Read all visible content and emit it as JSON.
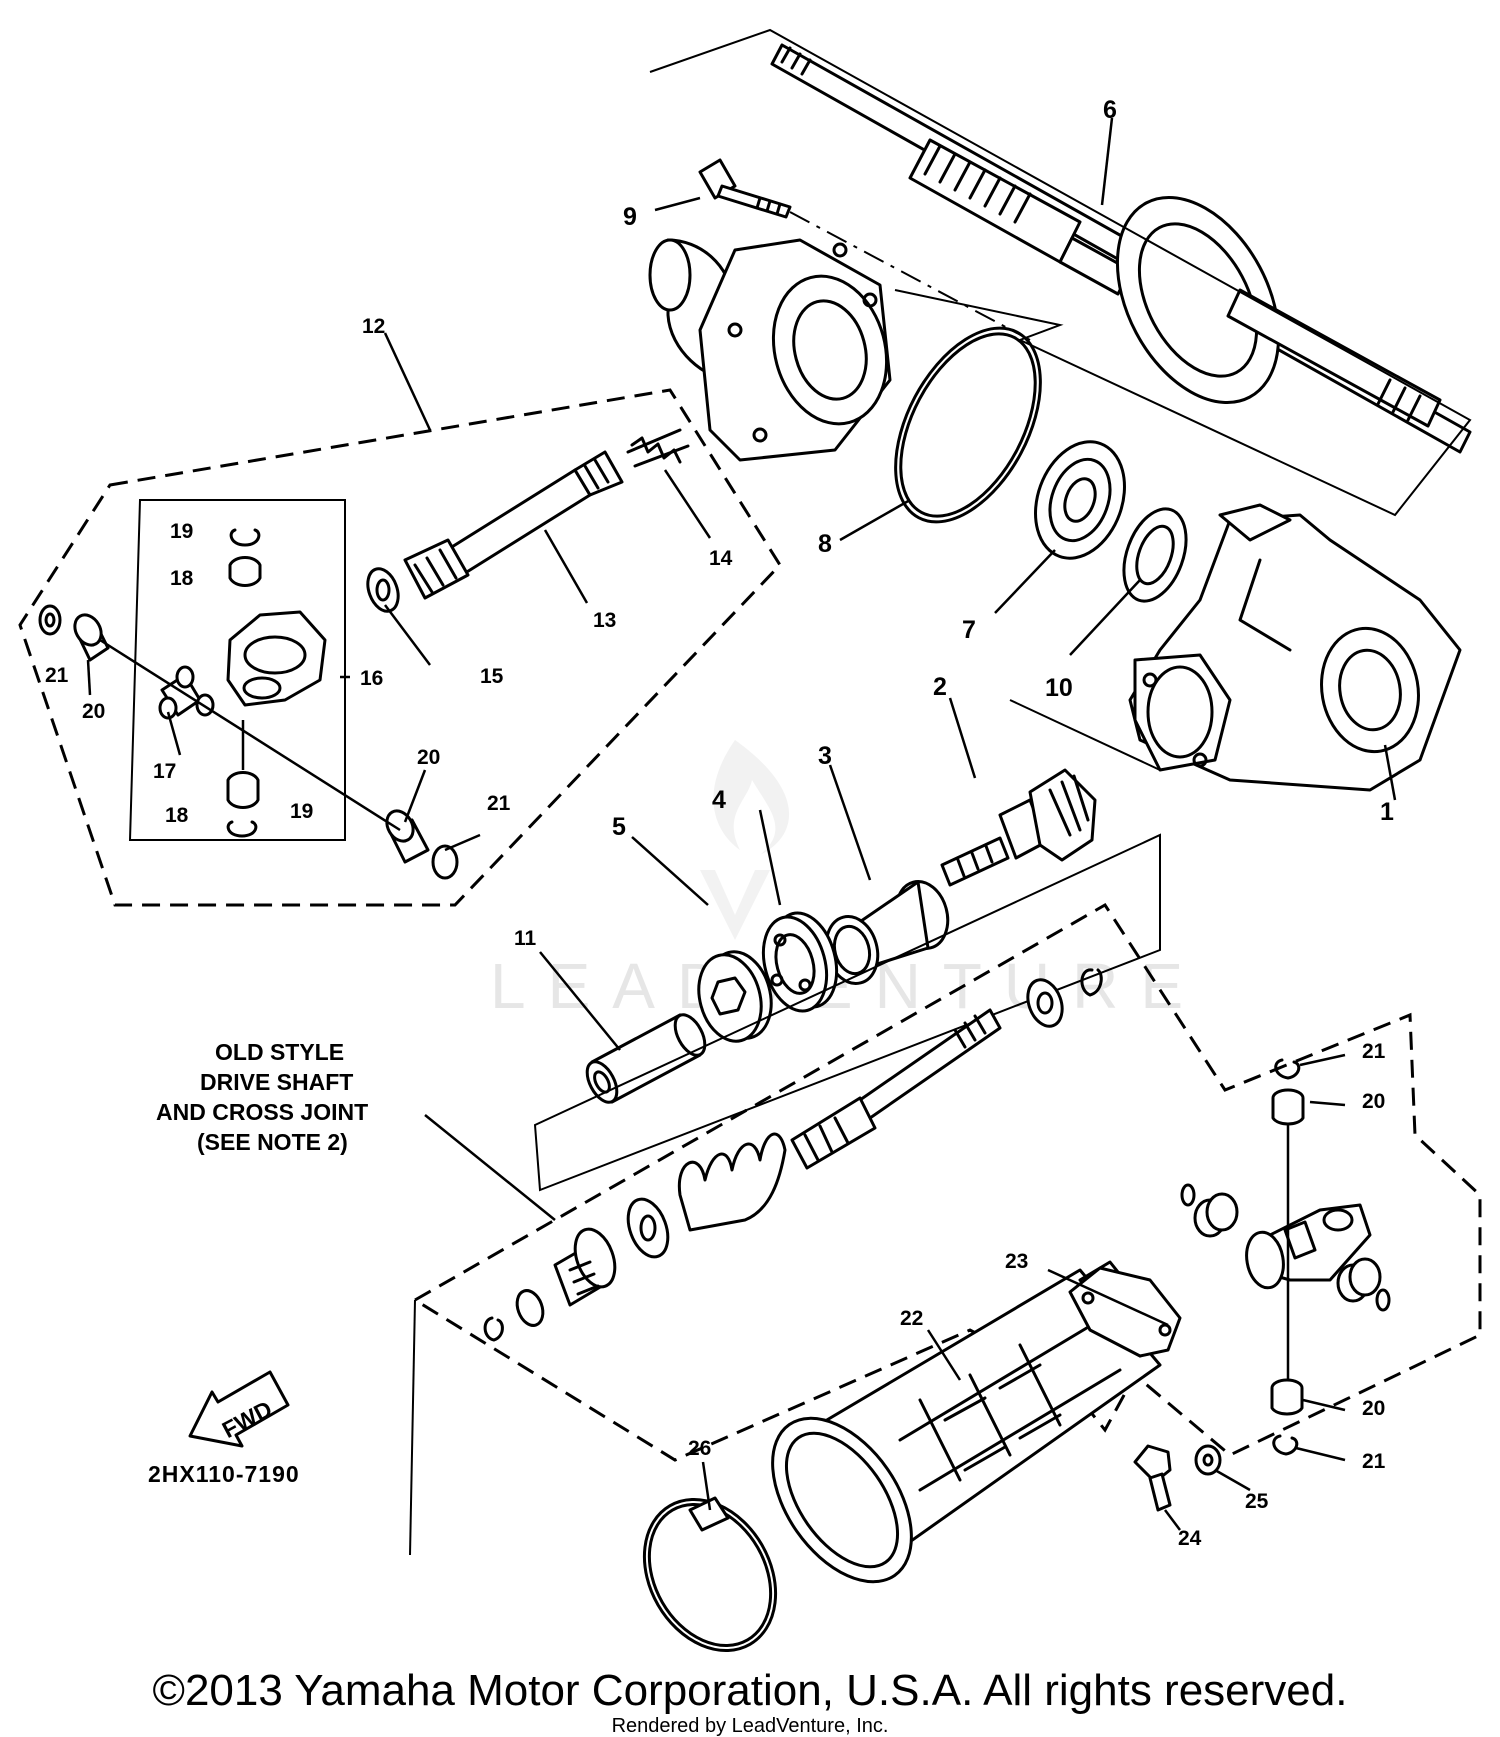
{
  "callouts": {
    "c1": "1",
    "c2": "2",
    "c3": "3",
    "c4": "4",
    "c5": "5",
    "c6": "6",
    "c7": "7",
    "c8": "8",
    "c9": "9",
    "c10": "10",
    "c11": "11",
    "c12": "12",
    "c13": "13",
    "c14": "14",
    "c15": "15",
    "c16": "16",
    "c17": "17",
    "c18a": "18",
    "c18b": "18",
    "c19a": "19",
    "c19b": "19",
    "c20a": "20",
    "c20b": "20",
    "c20c": "20",
    "c20d": "20",
    "c21a": "21",
    "c21b": "21",
    "c21c": "21",
    "c21d": "21",
    "c22": "22",
    "c23": "23",
    "c24": "24",
    "c25": "25",
    "c26": "26"
  },
  "note": {
    "line1": "OLD STYLE",
    "line2": "DRIVE SHAFT",
    "line3": "AND CROSS JOINT",
    "line4": "(SEE NOTE 2)"
  },
  "fwd_label": "FWD",
  "diagram_code": "2HX110-7190",
  "watermark": "LEADVENTURE",
  "copyright": "©2013 Yamaha Motor Corporation, U.S.A. All rights reserved.",
  "rendered_by": "Rendered by LeadVenture, Inc."
}
